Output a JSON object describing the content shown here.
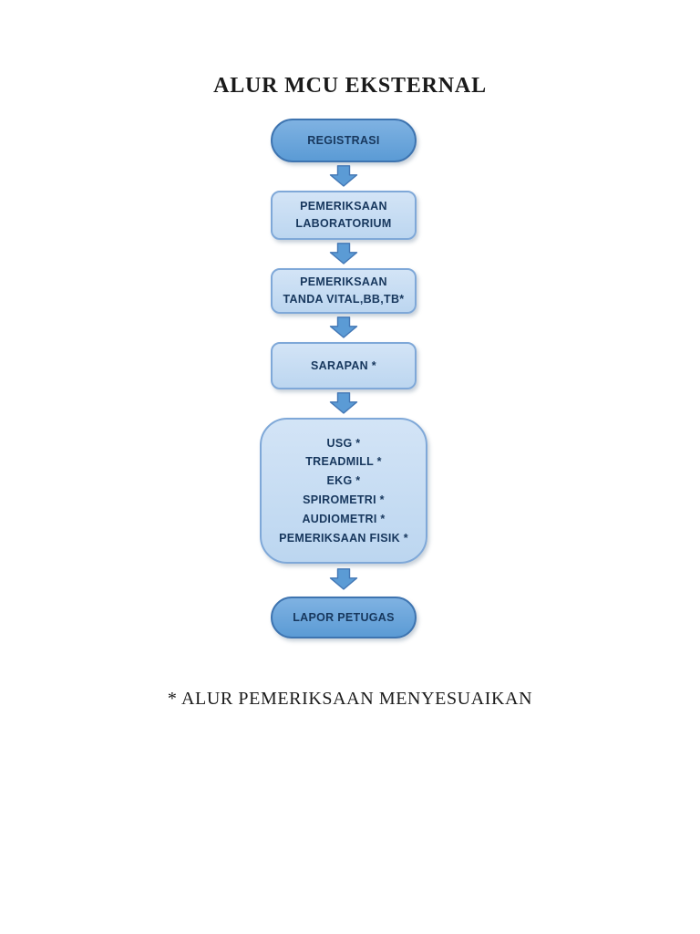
{
  "header": {
    "title": "ALUR MCU EKSTERNAL"
  },
  "flowchart": {
    "nodes": [
      {
        "name": "registrasi",
        "shape": "stadium",
        "lines": [
          "REGISTRASI"
        ]
      },
      {
        "name": "pemeriksaan-laboratorium",
        "shape": "rounded",
        "lines": [
          "PEMERIKSAAN",
          "LABORATORIUM"
        ]
      },
      {
        "name": "pemeriksaan-tanda-vital",
        "shape": "rounded",
        "lines": [
          "PEMERIKSAAN",
          "TANDA VITAL,BB,TB*"
        ]
      },
      {
        "name": "sarapan",
        "shape": "rounded",
        "lines": [
          "SARAPAN *"
        ]
      },
      {
        "name": "pemeriksaan-lanjutan",
        "shape": "rounded-large",
        "lines": [
          "USG *",
          "TREADMILL *",
          "EKG *",
          "SPIROMETRI *",
          "AUDIOMETRI *",
          "PEMERIKSAAN FISIK *"
        ]
      },
      {
        "name": "lapor-petugas",
        "shape": "stadium",
        "lines": [
          "LAPOR PETUGAS"
        ]
      }
    ],
    "connector_icon": "down-arrow"
  },
  "footer": {
    "note": "* ALUR PEMERIKSAAN MENYESUAIKAN"
  },
  "colors": {
    "stadium_fill": "#5B9BD5",
    "stadium_fill_top": "#7FB2E2",
    "stadium_border": "#3E74B0",
    "process_fill": "#BCD6F0",
    "process_fill_top": "#D3E4F6",
    "process_border": "#7FA8D8",
    "arrow_fill": "#5B9BD5",
    "arrow_border": "#4377B5",
    "node_text": "#17375D",
    "page_text": "#1A1A1A"
  }
}
